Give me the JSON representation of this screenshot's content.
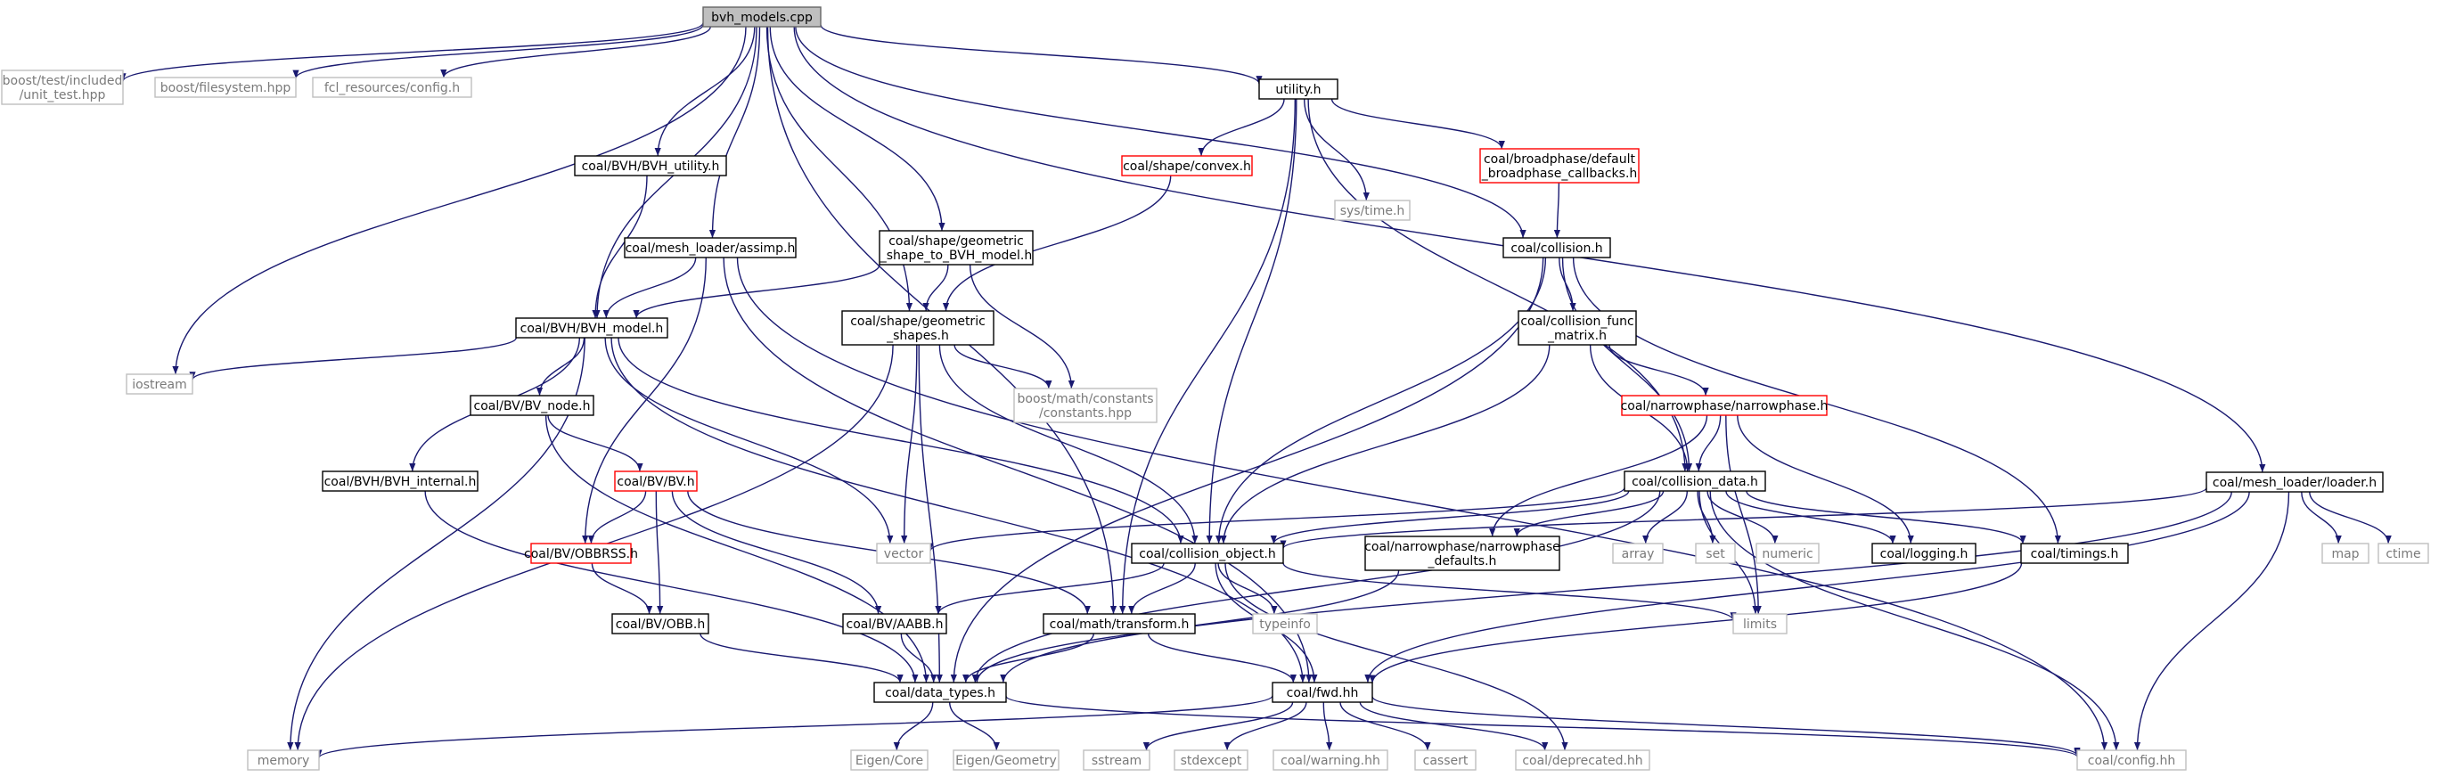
{
  "colors": {
    "edge": "#191970",
    "normal_border": "#000000",
    "red_border": "#ff0000",
    "grey_border": "#bfbfbf",
    "root_fill": "#bfbfbf"
  },
  "nodes": [
    {
      "id": "root",
      "label": [
        "bvh_models.cpp"
      ],
      "style": "root"
    },
    {
      "id": "unit_test",
      "label": [
        "boost/test/included",
        "/unit_test.hpp"
      ],
      "style": "grey"
    },
    {
      "id": "filesystem",
      "label": [
        "boost/filesystem.hpp"
      ],
      "style": "grey"
    },
    {
      "id": "fcl_config",
      "label": [
        "fcl_resources/config.h"
      ],
      "style": "grey"
    },
    {
      "id": "utility",
      "label": [
        "utility.h"
      ],
      "style": "normal"
    },
    {
      "id": "loader",
      "label": [
        "coal/mesh_loader/loader.h"
      ],
      "style": "normal"
    },
    {
      "id": "bvh_utility",
      "label": [
        "coal/BVH/BVH_utility.h"
      ],
      "style": "normal"
    },
    {
      "id": "convex",
      "label": [
        "coal/shape/convex.h"
      ],
      "style": "red"
    },
    {
      "id": "systime",
      "label": [
        "sys/time.h"
      ],
      "style": "grey"
    },
    {
      "id": "broadphase_cb",
      "label": [
        "coal/broadphase/default",
        "_broadphase_callbacks.h"
      ],
      "style": "red"
    },
    {
      "id": "assimp",
      "label": [
        "coal/mesh_loader/assimp.h"
      ],
      "style": "normal"
    },
    {
      "id": "geo_to_bvh",
      "label": [
        "coal/shape/geometric",
        "_shape_to_BVH_model.h"
      ],
      "style": "normal"
    },
    {
      "id": "collision_h",
      "label": [
        "coal/collision.h"
      ],
      "style": "normal"
    },
    {
      "id": "bvh_model",
      "label": [
        "coal/BVH/BVH_model.h"
      ],
      "style": "normal"
    },
    {
      "id": "geo_shapes",
      "label": [
        "coal/shape/geometric",
        "_shapes.h"
      ],
      "style": "normal"
    },
    {
      "id": "func_matrix",
      "label": [
        "coal/collision_func",
        "_matrix.h"
      ],
      "style": "normal"
    },
    {
      "id": "iostream",
      "label": [
        "iostream"
      ],
      "style": "grey"
    },
    {
      "id": "bv_node",
      "label": [
        "coal/BV/BV_node.h"
      ],
      "style": "normal"
    },
    {
      "id": "constants",
      "label": [
        "boost/math/constants",
        "/constants.hpp"
      ],
      "style": "grey"
    },
    {
      "id": "narrowphase",
      "label": [
        "coal/narrowphase/narrowphase.h"
      ],
      "style": "red"
    },
    {
      "id": "bvh_internal",
      "label": [
        "coal/BVH/BVH_internal.h"
      ],
      "style": "normal"
    },
    {
      "id": "bv_h",
      "label": [
        "coal/BV/BV.h"
      ],
      "style": "red"
    },
    {
      "id": "collision_data",
      "label": [
        "coal/collision_data.h"
      ],
      "style": "normal"
    },
    {
      "id": "obbrss",
      "label": [
        "coal/BV/OBBRSS.h"
      ],
      "style": "red"
    },
    {
      "id": "vector",
      "label": [
        "vector"
      ],
      "style": "grey"
    },
    {
      "id": "collision_object",
      "label": [
        "coal/collision_object.h"
      ],
      "style": "normal"
    },
    {
      "id": "np_defaults",
      "label": [
        "coal/narrowphase/narrowphase",
        "_defaults.h"
      ],
      "style": "normal"
    },
    {
      "id": "array",
      "label": [
        "array"
      ],
      "style": "grey"
    },
    {
      "id": "set",
      "label": [
        "set"
      ],
      "style": "grey"
    },
    {
      "id": "numeric",
      "label": [
        "numeric"
      ],
      "style": "grey"
    },
    {
      "id": "logging",
      "label": [
        "coal/logging.h"
      ],
      "style": "normal"
    },
    {
      "id": "timings",
      "label": [
        "coal/timings.h"
      ],
      "style": "normal"
    },
    {
      "id": "map",
      "label": [
        "map"
      ],
      "style": "grey"
    },
    {
      "id": "ctime",
      "label": [
        "ctime"
      ],
      "style": "grey"
    },
    {
      "id": "limits",
      "label": [
        "limits"
      ],
      "style": "grey"
    },
    {
      "id": "typeinfo",
      "label": [
        "typeinfo"
      ],
      "style": "grey"
    },
    {
      "id": "obb",
      "label": [
        "coal/BV/OBB.h"
      ],
      "style": "normal"
    },
    {
      "id": "aabb",
      "label": [
        "coal/BV/AABB.h"
      ],
      "style": "normal"
    },
    {
      "id": "transform",
      "label": [
        "coal/math/transform.h"
      ],
      "style": "normal"
    },
    {
      "id": "data_types",
      "label": [
        "coal/data_types.h"
      ],
      "style": "normal"
    },
    {
      "id": "fwd",
      "label": [
        "coal/fwd.hh"
      ],
      "style": "normal"
    },
    {
      "id": "memory",
      "label": [
        "memory"
      ],
      "style": "grey"
    },
    {
      "id": "eigen_core",
      "label": [
        "Eigen/Core"
      ],
      "style": "grey"
    },
    {
      "id": "eigen_geometry",
      "label": [
        "Eigen/Geometry"
      ],
      "style": "grey"
    },
    {
      "id": "sstream",
      "label": [
        "sstream"
      ],
      "style": "grey"
    },
    {
      "id": "stdexcept",
      "label": [
        "stdexcept"
      ],
      "style": "grey"
    },
    {
      "id": "warning",
      "label": [
        "coal/warning.hh"
      ],
      "style": "grey"
    },
    {
      "id": "cassert",
      "label": [
        "cassert"
      ],
      "style": "grey"
    },
    {
      "id": "deprecated",
      "label": [
        "coal/deprecated.hh"
      ],
      "style": "grey"
    },
    {
      "id": "config",
      "label": [
        "coal/config.hh"
      ],
      "style": "grey"
    }
  ],
  "edges": [
    [
      "root",
      "unit_test"
    ],
    [
      "root",
      "filesystem"
    ],
    [
      "root",
      "fcl_config"
    ],
    [
      "root",
      "utility"
    ],
    [
      "root",
      "loader"
    ],
    [
      "root",
      "bvh_utility"
    ],
    [
      "root",
      "assimp"
    ],
    [
      "root",
      "geo_to_bvh"
    ],
    [
      "root",
      "collision_h"
    ],
    [
      "root",
      "bvh_model"
    ],
    [
      "root",
      "geo_shapes"
    ],
    [
      "root",
      "iostream"
    ],
    [
      "root",
      "transform"
    ],
    [
      "utility",
      "convex"
    ],
    [
      "utility",
      "systime"
    ],
    [
      "utility",
      "broadphase_cb"
    ],
    [
      "utility",
      "collision_object"
    ],
    [
      "utility",
      "transform"
    ],
    [
      "utility",
      "collision_data"
    ],
    [
      "broadphase_cb",
      "collision_h"
    ],
    [
      "convex",
      "geo_shapes"
    ],
    [
      "bvh_utility",
      "bvh_model"
    ],
    [
      "assimp",
      "bvh_model"
    ],
    [
      "assimp",
      "obbrss"
    ],
    [
      "assimp",
      "fwd"
    ],
    [
      "assimp",
      "config"
    ],
    [
      "geo_to_bvh",
      "bvh_model"
    ],
    [
      "geo_to_bvh",
      "geo_shapes"
    ],
    [
      "geo_to_bvh",
      "constants"
    ],
    [
      "collision_h",
      "func_matrix"
    ],
    [
      "collision_h",
      "collision_data"
    ],
    [
      "collision_h",
      "collision_object"
    ],
    [
      "collision_h",
      "data_types"
    ],
    [
      "collision_h",
      "timings"
    ],
    [
      "bvh_model",
      "iostream"
    ],
    [
      "bvh_model",
      "memory"
    ],
    [
      "bvh_model",
      "bv_node"
    ],
    [
      "bvh_model",
      "bvh_internal"
    ],
    [
      "bvh_model",
      "vector"
    ],
    [
      "bvh_model",
      "collision_object"
    ],
    [
      "bvh_model",
      "fwd"
    ],
    [
      "geo_shapes",
      "memory"
    ],
    [
      "geo_shapes",
      "constants"
    ],
    [
      "geo_shapes",
      "vector"
    ],
    [
      "geo_shapes",
      "collision_object"
    ],
    [
      "geo_shapes",
      "data_types"
    ],
    [
      "func_matrix",
      "narrowphase"
    ],
    [
      "func_matrix",
      "collision_data"
    ],
    [
      "func_matrix",
      "collision_object"
    ],
    [
      "bv_node",
      "bv_h"
    ],
    [
      "bv_node",
      "data_types"
    ],
    [
      "narrowphase",
      "collision_data"
    ],
    [
      "narrowphase",
      "np_defaults"
    ],
    [
      "narrowphase",
      "logging"
    ],
    [
      "narrowphase",
      "limits"
    ],
    [
      "bvh_internal",
      "data_types"
    ],
    [
      "bv_h",
      "obbrss"
    ],
    [
      "bv_h",
      "obb"
    ],
    [
      "bv_h",
      "aabb"
    ],
    [
      "bv_h",
      "transform"
    ],
    [
      "collision_data",
      "vector"
    ],
    [
      "collision_data",
      "collision_object"
    ],
    [
      "collision_data",
      "np_defaults"
    ],
    [
      "collision_data",
      "array"
    ],
    [
      "collision_data",
      "set"
    ],
    [
      "collision_data",
      "numeric"
    ],
    [
      "collision_data",
      "logging"
    ],
    [
      "collision_data",
      "timings"
    ],
    [
      "collision_data",
      "limits"
    ],
    [
      "collision_data",
      "data_types"
    ],
    [
      "collision_data",
      "config"
    ],
    [
      "obbrss",
      "obb"
    ],
    [
      "collision_object",
      "aabb"
    ],
    [
      "collision_object",
      "transform"
    ],
    [
      "collision_object",
      "typeinfo"
    ],
    [
      "collision_object",
      "fwd"
    ],
    [
      "collision_object",
      "deprecated"
    ],
    [
      "collision_object",
      "limits"
    ],
    [
      "np_defaults",
      "data_types"
    ],
    [
      "loader",
      "collision_object"
    ],
    [
      "loader",
      "map"
    ],
    [
      "loader",
      "ctime"
    ],
    [
      "loader",
      "data_types"
    ],
    [
      "loader",
      "fwd"
    ],
    [
      "loader",
      "config"
    ],
    [
      "timings",
      "fwd"
    ],
    [
      "obb",
      "data_types"
    ],
    [
      "aabb",
      "data_types"
    ],
    [
      "transform",
      "data_types"
    ],
    [
      "transform",
      "fwd"
    ],
    [
      "data_types",
      "eigen_core"
    ],
    [
      "data_types",
      "eigen_geometry"
    ],
    [
      "data_types",
      "config"
    ],
    [
      "fwd",
      "memory"
    ],
    [
      "fwd",
      "sstream"
    ],
    [
      "fwd",
      "stdexcept"
    ],
    [
      "fwd",
      "warning"
    ],
    [
      "fwd",
      "cassert"
    ],
    [
      "fwd",
      "deprecated"
    ],
    [
      "fwd",
      "config"
    ]
  ]
}
